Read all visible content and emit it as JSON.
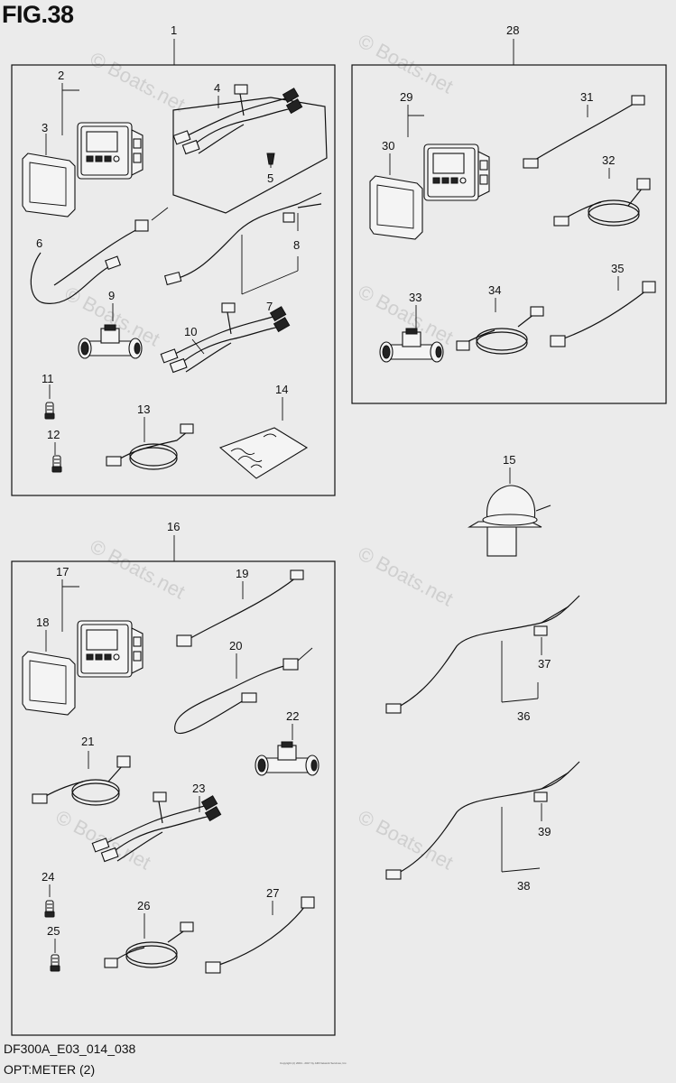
{
  "figure": {
    "title": "FIG.38",
    "model_code": "DF300A_E03_014_038",
    "subtitle": "OPT:METER (2)",
    "watermark": "© Boats.net",
    "copyright": "Copyright (c) 2004 - 2017 by ARI Network Services, Inc."
  },
  "callouts": [
    "1",
    "2",
    "3",
    "4",
    "5",
    "6",
    "7",
    "8",
    "9",
    "10",
    "11",
    "12",
    "13",
    "14",
    "15",
    "16",
    "17",
    "18",
    "19",
    "20",
    "21",
    "22",
    "23",
    "24",
    "25",
    "26",
    "27",
    "28",
    "29",
    "30",
    "31",
    "32",
    "33",
    "34",
    "35",
    "36",
    "37",
    "38",
    "39"
  ]
}
